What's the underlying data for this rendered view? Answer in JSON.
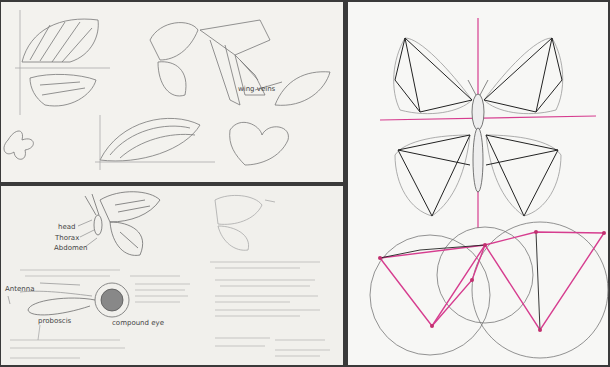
{
  "diagram": {
    "labels": [
      "wing veins",
      "head",
      "Thorax",
      "Abdomen",
      "Antenna",
      "compound eye",
      "proboscis"
    ]
  }
}
